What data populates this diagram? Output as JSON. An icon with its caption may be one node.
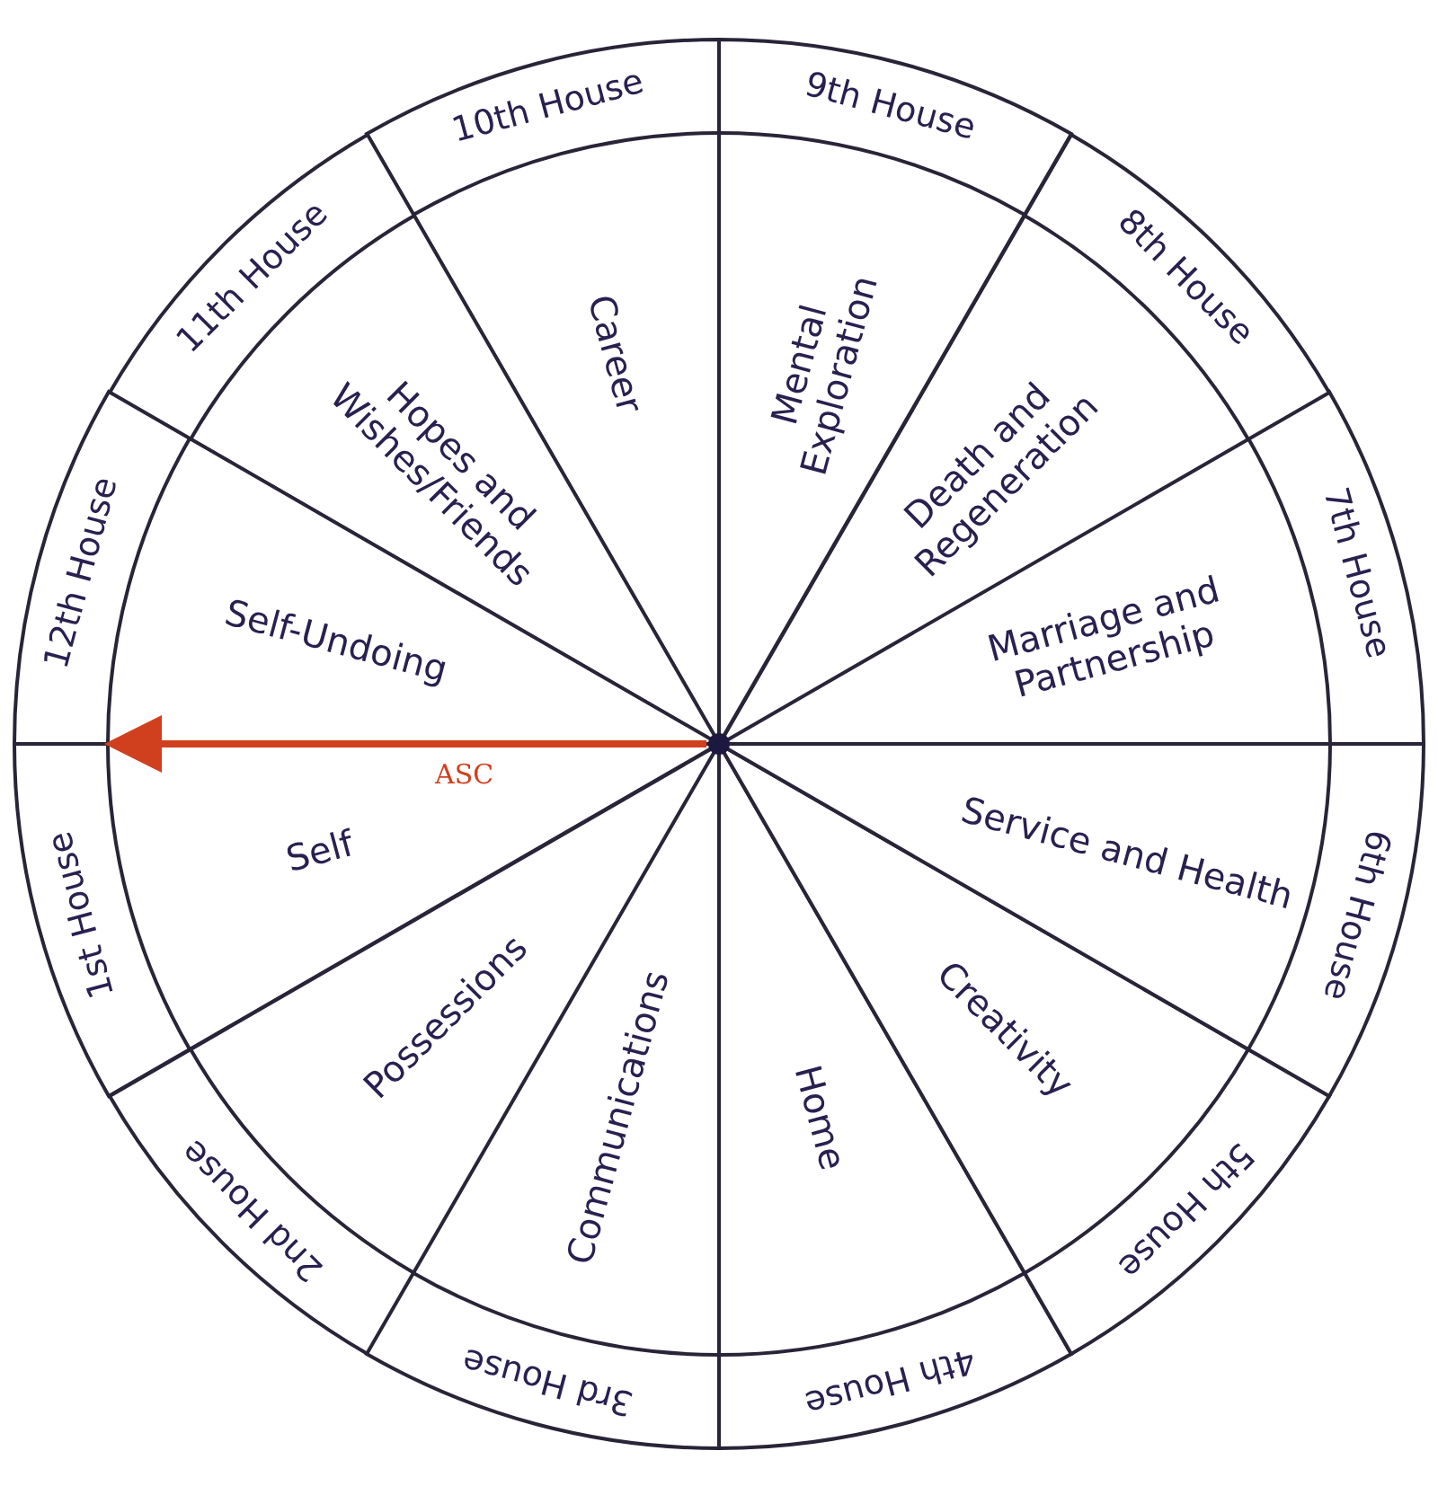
{
  "diagram": {
    "nodes": [
      {
        "text": [
          "1st House",
          "Self"
        ]
      },
      {
        "text": [
          "2nd House",
          "Possessions"
        ]
      },
      {
        "text": [
          "3rd House",
          "Communications"
        ]
      },
      {
        "text": [
          "4th House",
          "Home"
        ]
      },
      {
        "text": [
          "5th House",
          "Creativity"
        ]
      },
      {
        "text": [
          "6th House",
          "Service and Health"
        ]
      },
      {
        "text": [
          "7th House",
          "Marriage and Partnership"
        ]
      },
      {
        "text": [
          "8th House",
          "Death and Regeneration"
        ]
      },
      {
        "text": [
          "9th House",
          "Mental Exploration"
        ]
      },
      {
        "text": [
          "10th House",
          "Career"
        ]
      },
      {
        "text": [
          "11th House",
          "Hopes and Wishes/Friends"
        ]
      },
      {
        "text": [
          "12th House",
          "Self-Undoing"
        ]
      },
      {
        "text": [],
        "shape": "circle"
      }
    ],
    "edges": [
      {
        "from": 12,
        "to": 0,
        "arrow": "to",
        "label": "ASC",
        "color": "#d0401e"
      }
    ]
  }
}
